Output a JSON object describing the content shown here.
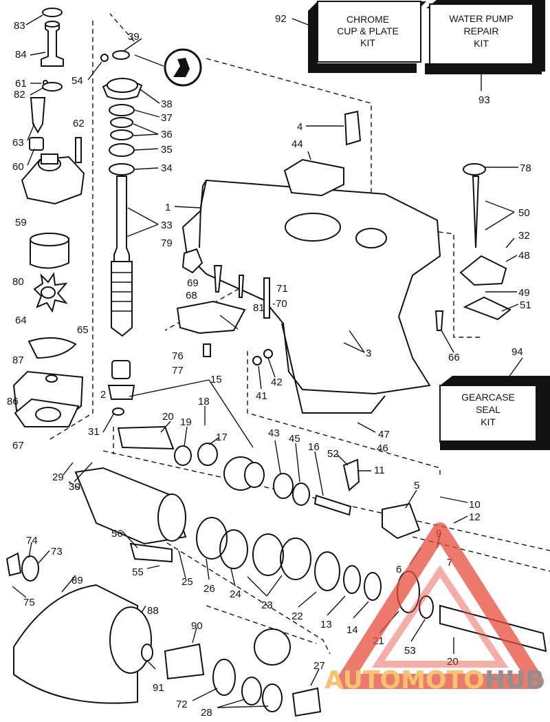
{
  "kits": {
    "chrome": "CHROME CUP & PLATE KIT",
    "chrome_lines": [
      "CHROME",
      "CUP & PLATE",
      "KIT"
    ],
    "pump_lines": [
      "WATER PUMP",
      "REPAIR",
      "KIT"
    ],
    "seal_lines": [
      "GEARCASE",
      "SEAL",
      "KIT"
    ]
  },
  "parts": [
    {
      "id": "p83",
      "text": "83"
    },
    {
      "id": "p84",
      "text": "84"
    },
    {
      "id": "p61",
      "text": "61"
    },
    {
      "id": "p82",
      "text": "82"
    },
    {
      "id": "p63",
      "text": "63"
    },
    {
      "id": "p60",
      "text": "60"
    },
    {
      "id": "p62",
      "text": "62"
    },
    {
      "id": "p59",
      "text": "59"
    },
    {
      "id": "p80",
      "text": "80"
    },
    {
      "id": "p64",
      "text": "64"
    },
    {
      "id": "p65",
      "text": "65"
    },
    {
      "id": "p87",
      "text": "87"
    },
    {
      "id": "p86",
      "text": "86"
    },
    {
      "id": "p67",
      "text": "67"
    },
    {
      "id": "p39",
      "text": "39"
    },
    {
      "id": "p54",
      "text": "54"
    },
    {
      "id": "p38",
      "text": "38"
    },
    {
      "id": "p37",
      "text": "37"
    },
    {
      "id": "p36",
      "text": "36"
    },
    {
      "id": "p35",
      "text": "35"
    },
    {
      "id": "p34",
      "text": "34"
    },
    {
      "id": "p33",
      "text": "33"
    },
    {
      "id": "p92",
      "text": "92"
    },
    {
      "id": "p93",
      "text": "93"
    },
    {
      "id": "p4",
      "text": "4"
    },
    {
      "id": "p44",
      "text": "44"
    },
    {
      "id": "p1",
      "text": "1"
    },
    {
      "id": "p79",
      "text": "79"
    },
    {
      "id": "p69",
      "text": "69"
    },
    {
      "id": "p68",
      "text": "68"
    },
    {
      "id": "p81",
      "text": "81"
    },
    {
      "id": "p71",
      "text": "71"
    },
    {
      "id": "p70",
      "text": "-70"
    },
    {
      "id": "p78",
      "text": "78"
    },
    {
      "id": "p50",
      "text": "50"
    },
    {
      "id": "p32",
      "text": "32"
    },
    {
      "id": "p48",
      "text": "48"
    },
    {
      "id": "p49",
      "text": "49"
    },
    {
      "id": "p51",
      "text": "51"
    },
    {
      "id": "p66",
      "text": "66"
    },
    {
      "id": "p3",
      "text": "3"
    },
    {
      "id": "p94",
      "text": "94"
    },
    {
      "id": "p76",
      "text": "76"
    },
    {
      "id": "p77",
      "text": "77"
    },
    {
      "id": "p2",
      "text": "2"
    },
    {
      "id": "p15",
      "text": "15"
    },
    {
      "id": "p42",
      "text": "42"
    },
    {
      "id": "p41",
      "text": "41"
    },
    {
      "id": "p18",
      "text": "18"
    },
    {
      "id": "p20a",
      "text": "20"
    },
    {
      "id": "p19",
      "text": "19"
    },
    {
      "id": "p17",
      "text": "17"
    },
    {
      "id": "p31",
      "text": "31"
    },
    {
      "id": "p43",
      "text": "43"
    },
    {
      "id": "p45",
      "text": "45"
    },
    {
      "id": "p16",
      "text": "16"
    },
    {
      "id": "p52",
      "text": "52"
    },
    {
      "id": "p11",
      "text": "11"
    },
    {
      "id": "p47",
      "text": "47"
    },
    {
      "id": "p46",
      "text": "46"
    },
    {
      "id": "p29",
      "text": "29"
    },
    {
      "id": "p30",
      "text": "30"
    },
    {
      "id": "p5",
      "text": "5"
    },
    {
      "id": "p10",
      "text": "10"
    },
    {
      "id": "p12",
      "text": "12"
    },
    {
      "id": "p9",
      "text": "9"
    },
    {
      "id": "p7",
      "text": "7"
    },
    {
      "id": "p6",
      "text": "6"
    },
    {
      "id": "p74",
      "text": "74"
    },
    {
      "id": "p73",
      "text": "73"
    },
    {
      "id": "p56",
      "text": "56"
    },
    {
      "id": "p75",
      "text": "75"
    },
    {
      "id": "p55",
      "text": "55"
    },
    {
      "id": "p25",
      "text": "25"
    },
    {
      "id": "p26",
      "text": "26"
    },
    {
      "id": "p24",
      "text": "24"
    },
    {
      "id": "p23",
      "text": "23"
    },
    {
      "id": "p22",
      "text": "22"
    },
    {
      "id": "p13",
      "text": "13"
    },
    {
      "id": "p14",
      "text": "14"
    },
    {
      "id": "p89",
      "text": "89"
    },
    {
      "id": "p88",
      "text": "88"
    },
    {
      "id": "p90",
      "text": "90"
    },
    {
      "id": "p21",
      "text": "21"
    },
    {
      "id": "p53",
      "text": "53"
    },
    {
      "id": "p20b",
      "text": "20"
    },
    {
      "id": "p91",
      "text": "91"
    },
    {
      "id": "p27",
      "text": "27"
    },
    {
      "id": "p72",
      "text": "72"
    },
    {
      "id": "p28",
      "text": "28"
    }
  ],
  "watermark": {
    "text_a": "AUTOMOTO",
    "text_b": "HUB",
    "color_a": "#f5b041",
    "color_b": "#6b6b6b",
    "triangle_color": "#e74c3c"
  }
}
